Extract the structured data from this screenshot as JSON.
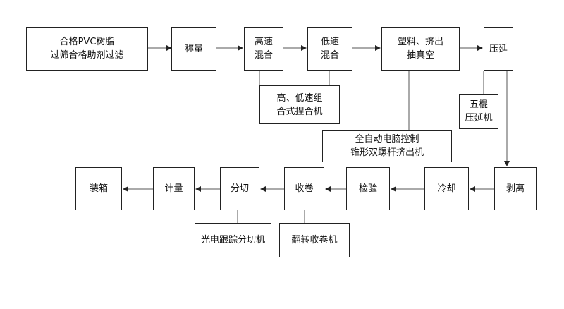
{
  "nodes": {
    "raw_material": [
      "合格PVC树脂",
      "过筛合格助剂过滤"
    ],
    "weighing": [
      "称量"
    ],
    "high_speed_mixing": [
      "高速",
      "混合"
    ],
    "low_speed_mixing": [
      "低速",
      "混合"
    ],
    "plasticize": [
      "塑料、挤出",
      "抽真空"
    ],
    "calendering": [
      "压延"
    ],
    "stripping": [
      "剥离"
    ],
    "cooling": [
      "冷却"
    ],
    "inspection": [
      "检验"
    ],
    "winding": [
      "收卷"
    ],
    "slitting": [
      "分切"
    ],
    "metering": [
      "计量"
    ],
    "packing": [
      "装箱"
    ]
  },
  "equipment": {
    "mixer_combo": [
      "高、低速组",
      "合式捏合机"
    ],
    "extruder": [
      "全自动电脑控制",
      "锥形双螺杆挤出机"
    ],
    "calender": [
      "五棍",
      "压延机"
    ],
    "slitter": [
      "光电跟踪分切机"
    ],
    "winder": [
      "翻转收卷机"
    ]
  }
}
